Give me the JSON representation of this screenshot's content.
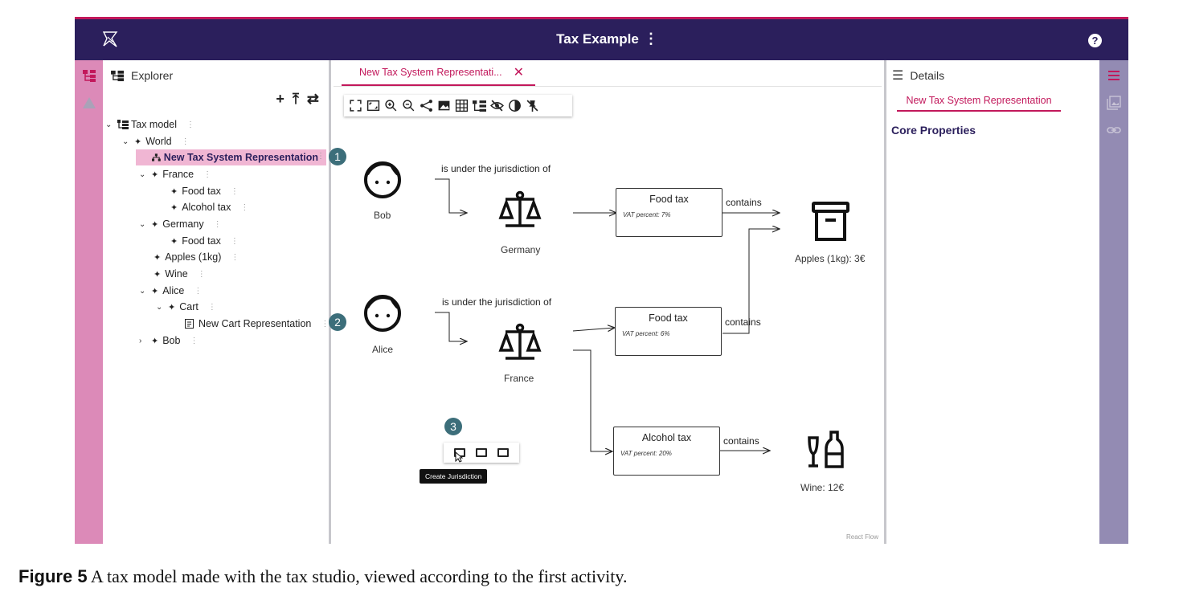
{
  "app": {
    "title": "Tax Example",
    "title_menu_glyph": "⋮",
    "help_glyph": "?",
    "accent": "#c2185b",
    "topbar_color": "#2b1f5c"
  },
  "explorer": {
    "title": "Explorer",
    "tools": [
      "+",
      "⤒",
      "⇄"
    ],
    "tree": [
      {
        "label": "Tax model",
        "expanded": true,
        "icon": "model-icon"
      },
      {
        "label": "World",
        "expanded": true,
        "icon": "element-icon"
      },
      {
        "label": "New Tax System Representation",
        "selected": true,
        "icon": "representation-icon"
      },
      {
        "label": "France",
        "expanded": true,
        "icon": "element-icon"
      },
      {
        "label": "Food tax",
        "icon": "element-icon"
      },
      {
        "label": "Alcohol tax",
        "icon": "element-icon"
      },
      {
        "label": "Germany",
        "expanded": true,
        "icon": "element-icon"
      },
      {
        "label": "Food tax",
        "icon": "element-icon"
      },
      {
        "label": "Apples (1kg)",
        "icon": "element-icon"
      },
      {
        "label": "Wine",
        "icon": "element-icon"
      },
      {
        "label": "Alice",
        "expanded": true,
        "icon": "element-icon"
      },
      {
        "label": "Cart",
        "expanded": true,
        "icon": "element-icon"
      },
      {
        "label": "New Cart Representation",
        "icon": "document-icon"
      },
      {
        "label": "Bob",
        "expanded": false,
        "icon": "element-icon"
      }
    ]
  },
  "badges": [
    "1",
    "2",
    "3"
  ],
  "editor": {
    "tab_label": "New Tax System Representati...",
    "tab_close": "✕",
    "toolbar_icons": [
      "fit-icon",
      "fit-selection-icon",
      "zoom-in-icon",
      "zoom-out-icon",
      "share-icon",
      "export-image-icon",
      "grid-icon",
      "arrange-icon",
      "hide-icon",
      "contrast-icon",
      "pin-off-icon"
    ],
    "nodes": {
      "bob": "Bob",
      "alice": "Alice",
      "germany": "Germany",
      "france": "France",
      "apples": "Apples (1kg): 3€",
      "wine": "Wine: 12€"
    },
    "edges": {
      "jurisdiction_1": "is under the jurisdiction of",
      "jurisdiction_2": "is under the jurisdiction of",
      "contains_1": "contains",
      "contains_2": "contains",
      "contains_3": "contains"
    },
    "tax_boxes": [
      {
        "name": "Food tax",
        "vat": "VAT percent: 7%"
      },
      {
        "name": "Food tax",
        "vat": "VAT percent: 6%"
      },
      {
        "name": "Alcohol tax",
        "vat": "VAT percent: 20%"
      }
    ],
    "tooltip": "Create Jurisdiction",
    "attribution": "React Flow"
  },
  "details": {
    "title": "Details",
    "tab_label": "New Tax System Representation",
    "section": "Core Properties"
  },
  "caption": {
    "label": "Figure 5",
    "text": " A tax model made with the tax studio, viewed according to the first activity."
  }
}
